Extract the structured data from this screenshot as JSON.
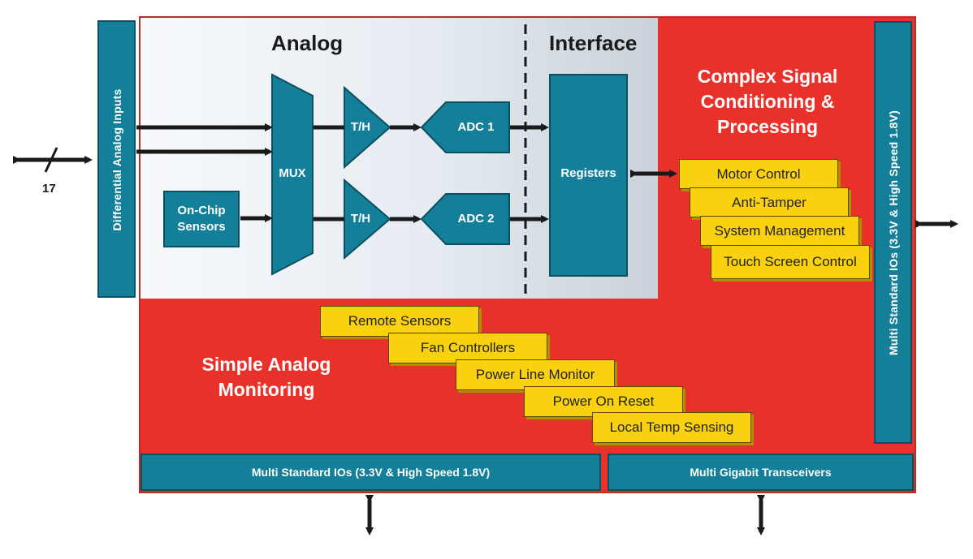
{
  "left_io": {
    "label": "Differential Analog Inputs",
    "bus_width": "17"
  },
  "analog_section": {
    "title": "Analog"
  },
  "interface_section": {
    "title": "Interface"
  },
  "blocks": {
    "on_chip_sensors": "On-Chip\nSensors",
    "mux": "MUX",
    "th1": "T/H",
    "th2": "T/H",
    "adc1": "ADC 1",
    "adc2": "ADC 2",
    "registers": "Registers"
  },
  "complex_signal": {
    "title": "Complex Signal\nConditioning &\nProcessing",
    "items": [
      "Motor Control",
      "Anti-Tamper",
      "System Management",
      "Touch Screen Control"
    ]
  },
  "simple_analog": {
    "title": "Simple Analog\nMonitoring",
    "items": [
      "Remote Sensors",
      "Fan Controllers",
      "Power Line Monitor",
      "Power On Reset",
      "Local Temp Sensing"
    ]
  },
  "right_io": {
    "label": "Multi Standard IOs (3.3V & High Speed 1.8V)"
  },
  "bottom_io": {
    "left_label": "Multi Standard IOs (3.3V & High Speed 1.8V)",
    "right_label": "Multi Gigabit Transceivers"
  },
  "colors": {
    "board": "#e8312a",
    "teal": "#137f99",
    "chip": "#f9d10f"
  }
}
